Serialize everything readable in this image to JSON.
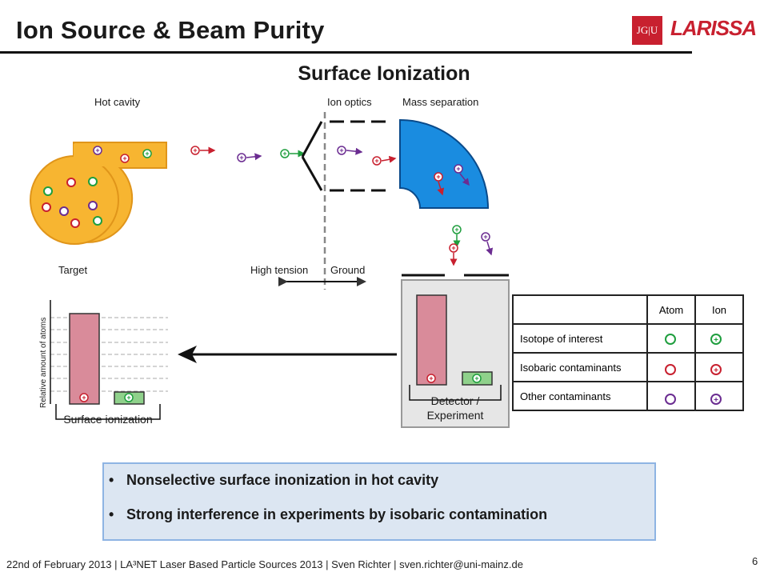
{
  "header": {
    "title": "Ion Source & Beam Purity",
    "logo_jgu": "JG|U",
    "logo_larissa": "LARISSA"
  },
  "diagram": {
    "subtitle": "Surface Ionization",
    "labels": {
      "hot_cavity": "Hot cavity",
      "ion_optics": "Ion optics",
      "mass_separation": "Mass separation",
      "target": "Target",
      "high_tension": "High tension",
      "ground": "Ground",
      "detector": "Detector /",
      "experiment": "Experiment",
      "y_axis": "Relative amount of atoms",
      "x_axis": "Surface ionization"
    },
    "legend": {
      "header_atom": "Atom",
      "header_ion": "Ion",
      "rows": [
        "Isotope of interest",
        "Isobaric contaminants",
        "Other contaminants"
      ]
    },
    "colors": {
      "cavity": "#f7b531",
      "separator": "#1a8ce0",
      "interest": "#1f9e3e",
      "isobaric": "#c8202f",
      "other": "#6b2c91",
      "bar_red": "#d98b9a",
      "bar_green": "#8fd18b"
    }
  },
  "bullets": [
    "Nonselective surface inonization in hot cavity",
    "Strong interference in experiments by isobaric contamination"
  ],
  "footer": {
    "text": "22nd of February 2013 | LA³NET Laser Based Particle Sources 2013 | Sven Richter | sven.richter@uni-mainz.de",
    "page": "6"
  }
}
